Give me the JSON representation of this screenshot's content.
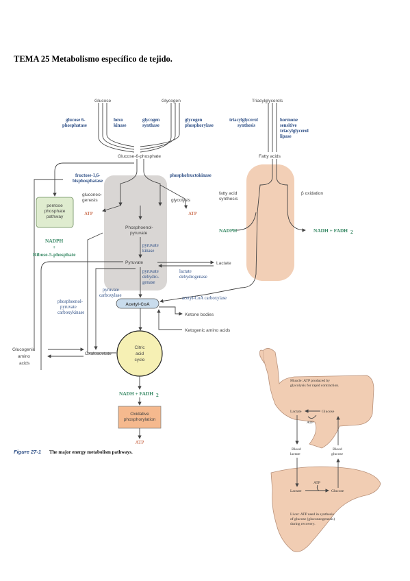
{
  "document": {
    "title": "TEMA 25 Metabolismo específico de tejido."
  },
  "pathway": {
    "glucose": "Glucose",
    "glycogen": "Glycogen",
    "triacylglycerols": "Triacylglycerols",
    "glucose6phosphatase": [
      "glucose 6-",
      "phosphatase"
    ],
    "hexokinase": [
      "hexo",
      "kinase"
    ],
    "glycogen_synthase": [
      "glycogen",
      "synthase"
    ],
    "glycogen_phosphorylase": [
      "glycogen",
      "phosphorylase"
    ],
    "triacylglycerol_synthesis": [
      "triacylglycerol",
      "synthesis"
    ],
    "hormone_lipase": [
      "hormone",
      "sensitive",
      "triacylglycerol",
      "lipase"
    ],
    "glucose6p": "Glucose-6-phosphate",
    "fatty_acids": "Fatty acids",
    "fbpase": [
      "fructose-1,6-",
      "bisphosphatase"
    ],
    "pfk": "phosphofructokinase",
    "pentose_box": [
      "pentose",
      "phosphate",
      "pathway"
    ],
    "gluconeogenesis": [
      "gluconeo-",
      "genesis"
    ],
    "glycolysis": "glycolysis",
    "atp_left": "ATP",
    "atp_right": "ATP",
    "fatty_acid_synthesis": [
      "fatty acid",
      "synthesis"
    ],
    "beta_oxidation": "β oxidation",
    "nadph_top": "NADPH",
    "plus": "+",
    "ribose": "Ribose-5-phosphate",
    "pep": [
      "Phosphoenol-",
      "pyruvate"
    ],
    "pyruvate_kinase": [
      "pyruvate",
      "kinase"
    ],
    "nadph_right": "NADPH",
    "nadh_fadh_right": "NADH + FADH",
    "pyruvate": "Pyruvate",
    "lactate": "Lactate",
    "pdh": [
      "pyruvate",
      "dehydro-",
      "genase"
    ],
    "ldh": [
      "lactate",
      "dehydrogenase"
    ],
    "pyruvate_carboxylase": [
      "pyruvate",
      "carboxylase"
    ],
    "acetyl_coa_carboxylase": "acetyl-CoA carboxylase",
    "acetyl_coa": "Acetyl-CoA",
    "pepck": [
      "phosphoenol-",
      "pyruvate",
      "carboxykinase"
    ],
    "ketone_bodies": "Ketone bodies",
    "ketogenic_aa": "Ketogenic amino acids",
    "glucogenic_aa": [
      "Glucogenic",
      "amino",
      "acids"
    ],
    "oxaloacetate": "Oxaloacetate",
    "citric_cycle": [
      "Citric",
      "acid",
      "cycle"
    ],
    "nadh_fadh_bottom": "NADH + FADH",
    "oxphos": [
      "Oxidative",
      "phosphorylation"
    ],
    "atp_bottom": "ATP",
    "subscript2": "2"
  },
  "caption": {
    "figure_label": "Figure 27-1",
    "text": "The major energy metabolism pathways."
  },
  "cori": {
    "muscle_text": [
      "Muscle: ATP produced by",
      "glycolysis for rapid contraction."
    ],
    "muscle_lactate": "Lactate",
    "muscle_glucose": "Glucose",
    "muscle_atp": "ATP",
    "blood_lactate": [
      "Blood",
      "lactate"
    ],
    "blood_glucose": [
      "Blood",
      "glucose"
    ],
    "liver_lactate": "Lactate",
    "liver_glucose": "Glucose",
    "liver_atp": "ATP",
    "liver_text": [
      "Liver: ATP used in synthesis",
      "of glucose (gluconeogenesis)",
      "during recovery."
    ]
  },
  "colors": {
    "enzyme_blue": "#2e4f86",
    "atp_red": "#c0502a",
    "nadh_green": "#3a8a66",
    "gray_box": "#d9d6d4",
    "peach_box": "#f2cfb6",
    "green_box": "#dfeccf",
    "citric_yellow": "#f6f0b4",
    "acetyl_blue": "#c9dced",
    "oxphos_orange": "#f5b98e",
    "skin": "#f1cdb3"
  }
}
